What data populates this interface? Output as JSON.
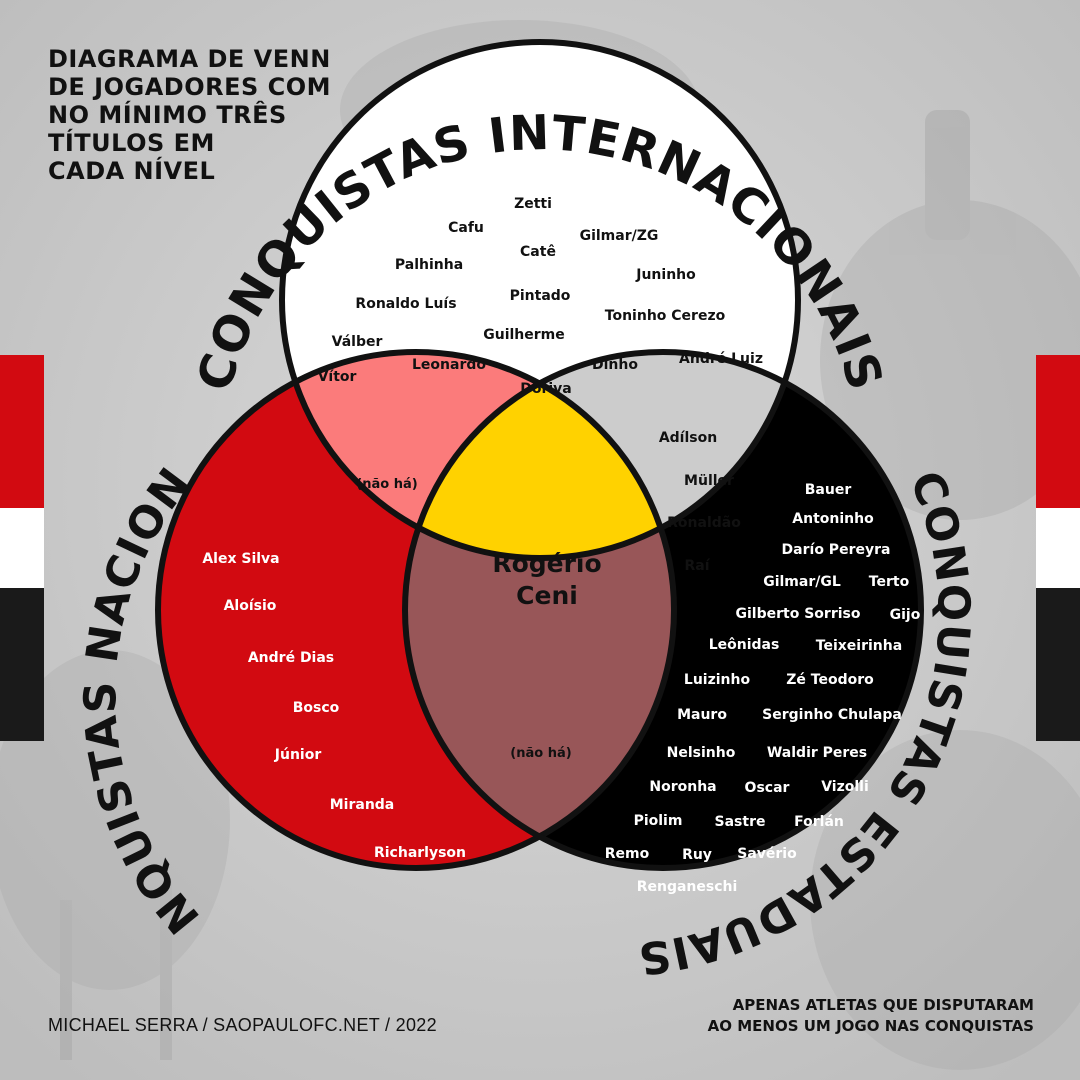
{
  "title_lines": [
    "DIAGRAMA DE VENN",
    "DE JOGADORES COM",
    "NO MÍNIMO TRÊS",
    "TÍTULOS EM",
    "CADA NÍVEL"
  ],
  "credit": "MICHAEL SERRA / SAOPAULOFC.NET / 2022",
  "note_lines": [
    "APENAS ATLETAS QUE DISPUTARAM",
    "AO MENOS UM JOGO NAS CONQUISTAS"
  ],
  "colors": {
    "international": "#ffffff",
    "national": "#d20a11",
    "state": "#000000",
    "intl_national": "#fb7b7b",
    "intl_state": "#cccccc",
    "national_state": "#985658",
    "all_three": "#ffd200",
    "flag_red": "#d20a11",
    "flag_white": "#ffffff",
    "flag_black": "#1a1a1a"
  },
  "sets": {
    "international": {
      "label": "CONQUISTAS INTERNACIONAIS",
      "players": [
        "Zetti",
        "Cafu",
        "Catê",
        "Gilmar/ZG",
        "Palhinha",
        "Juninho",
        "Pintado",
        "Ronaldo Luís",
        "Toninho Cerezo",
        "Guilherme",
        "Válber",
        "Leonardo",
        "Dinho",
        "André Luiz",
        "Vítor",
        "Doriva"
      ]
    },
    "national": {
      "label": "CONQUISTAS NACIONAIS",
      "players": [
        "Alex Silva",
        "Aloísio",
        "André Dias",
        "Bosco",
        "Júnior",
        "Miranda",
        "Richarlyson"
      ]
    },
    "state": {
      "label": "CONQUISTAS ESTADUAIS",
      "players": [
        "Bauer",
        "Antoninho",
        "Darío Pereyra",
        "Gilmar/GL",
        "Terto",
        "Gilberto Sorriso",
        "Gijo",
        "Leônidas",
        "Teixeirinha",
        "Luizinho",
        "Zé Teodoro",
        "Mauro",
        "Serginho Chulapa",
        "Nelsinho",
        "Waldir Peres",
        "Noronha",
        "Oscar",
        "Vizolli",
        "Piolim",
        "Sastre",
        "Forlán",
        "Remo",
        "Ruy",
        "Savério",
        "Renganeschi"
      ]
    }
  },
  "intersections": {
    "international_national": [
      "(não há)"
    ],
    "international_state": [
      "Adílson",
      "Müller",
      "Ronaldão",
      "Raí"
    ],
    "national_state": [
      "(não há)"
    ],
    "all": [
      "Rogério",
      "Ceni"
    ]
  }
}
